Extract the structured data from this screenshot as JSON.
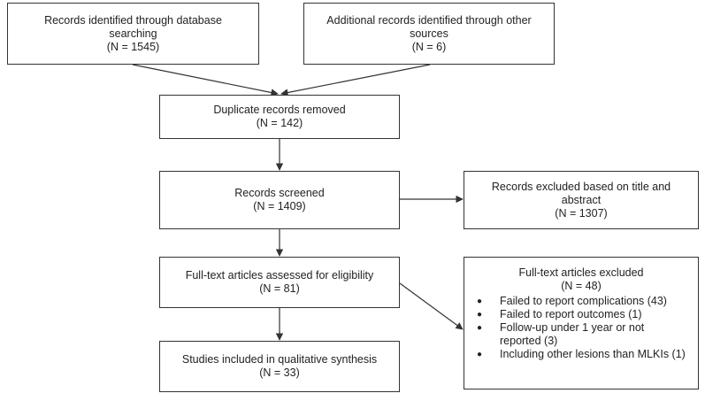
{
  "boxes": {
    "database": {
      "line1": "Records identified through database",
      "line2": "searching",
      "line3": "(N = 1545)"
    },
    "other": {
      "line1": "Additional records identified through other",
      "line2": "sources",
      "line3": "(N = 6)"
    },
    "duplicates": {
      "line1": "Duplicate records removed",
      "line2": "(N = 142)"
    },
    "screened": {
      "line1": "Records screened",
      "line2": "(N = 1409)"
    },
    "excluded_title": {
      "line1": "Records excluded based on title and",
      "line2": "abstract",
      "line3": "(N = 1307)"
    },
    "fulltext": {
      "line1": "Full-text articles assessed for eligibility",
      "line2": "(N = 81)"
    },
    "excluded_fulltext": {
      "title": "Full-text articles excluded",
      "count": "(N = 48)",
      "reasons": [
        "Failed to report complications (43)",
        "Failed to report outcomes (1)",
        "Follow-up under 1 year or not reported (3)",
        "Including other lesions than MLKIs (1)"
      ]
    },
    "included": {
      "line1": "Studies included in qualitative synthesis",
      "line2": "(N = 33)"
    }
  },
  "icons": {
    "bullet": "●"
  },
  "colors": {
    "stroke": "#333333",
    "text": "#222222",
    "background": "#ffffff"
  }
}
